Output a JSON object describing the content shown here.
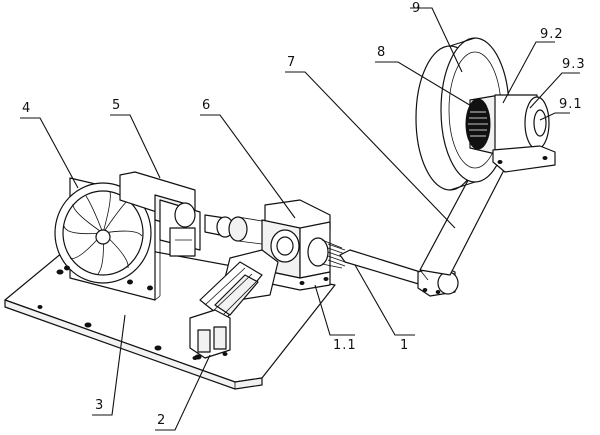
{
  "labels": {
    "l4": "4",
    "l5": "5",
    "l6": "6",
    "l7": "7",
    "l8": "8",
    "l9": "9",
    "l92": "9.2",
    "l93": "9.3",
    "l91": "9.1",
    "l11": "1.1",
    "l1": "1",
    "l3": "3",
    "l2": "2"
  }
}
